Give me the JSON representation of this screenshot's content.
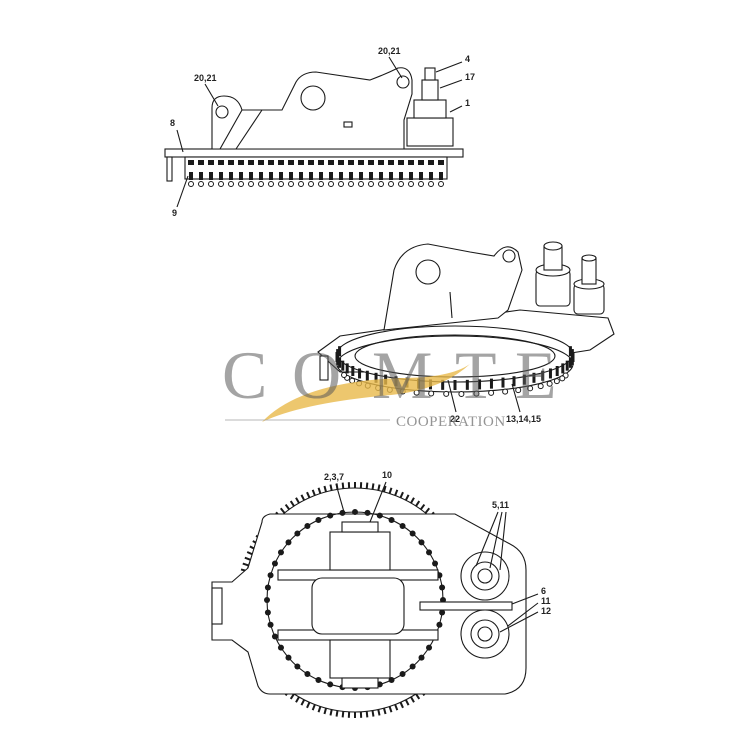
{
  "views": {
    "side": {
      "callouts": [
        "20,21",
        "20,21",
        "4",
        "17",
        "1",
        "8",
        "9"
      ]
    },
    "iso": {
      "callouts": [
        "22",
        "13,14,15"
      ]
    },
    "top": {
      "callouts": [
        "2,3,7",
        "10",
        "5,11",
        "6",
        "11",
        "12"
      ]
    }
  },
  "watermark": {
    "letters": [
      "C",
      "O",
      "M",
      "T",
      "E"
    ],
    "subtitle": "COOPERATION",
    "swoosh_color": "#e8b94a"
  }
}
